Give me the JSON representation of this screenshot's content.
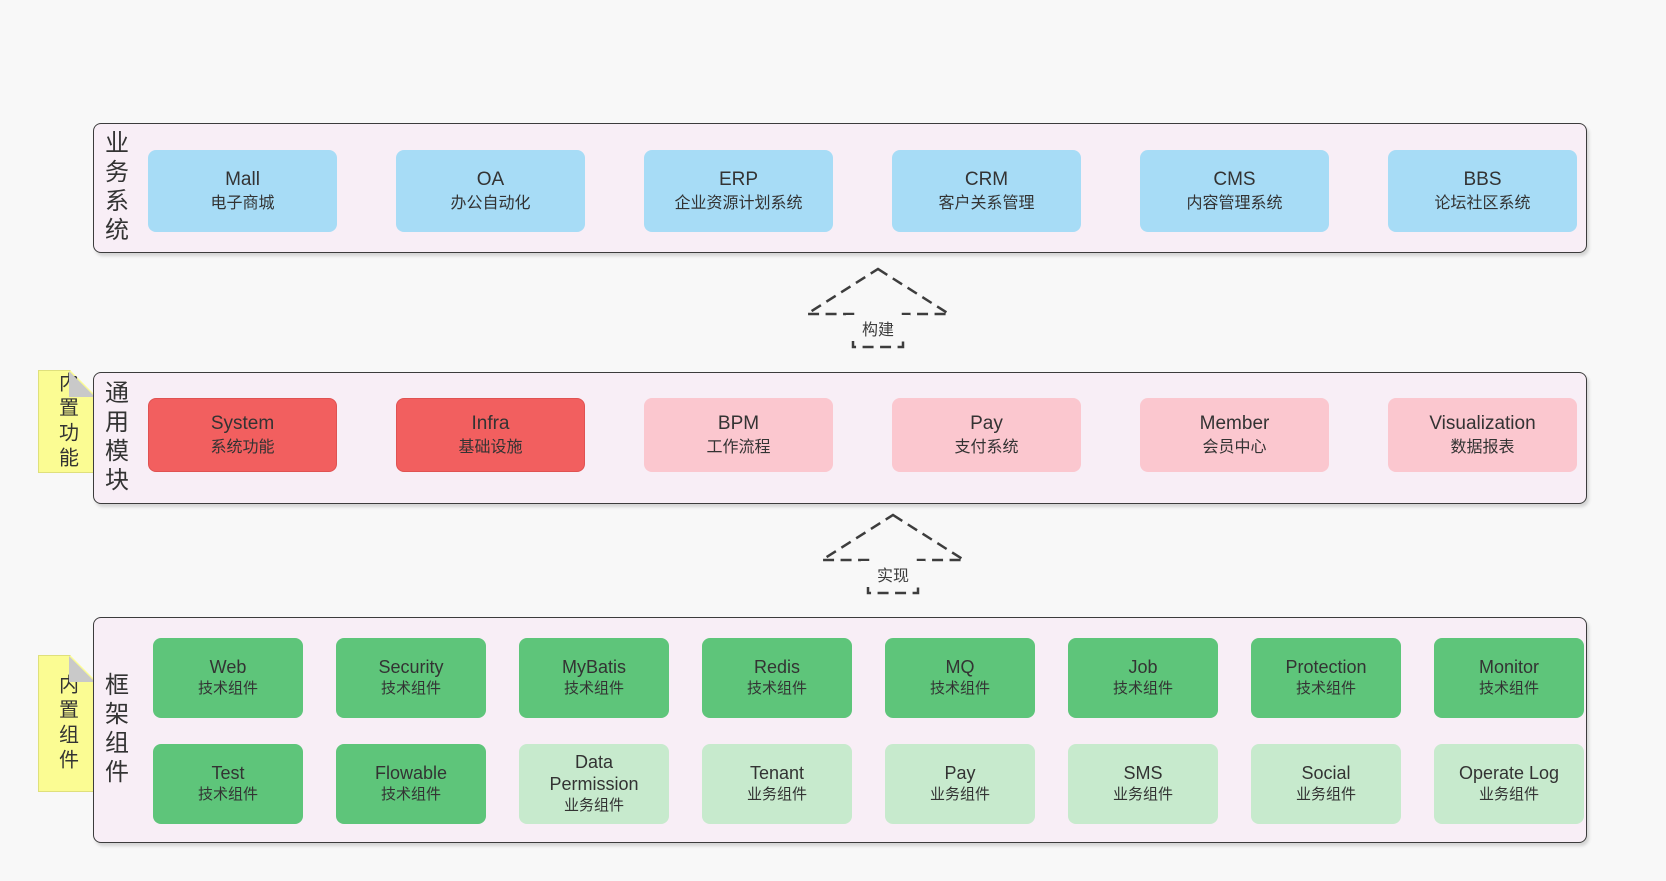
{
  "colors": {
    "page_bg": "#f8f8f8",
    "band_bg": "#f8eef6",
    "band_border": "#3c3c3c",
    "blue_box": "#a7dcf6",
    "red_box": "#f25f5f",
    "pink_box": "#fbc7cf",
    "green_box": "#5ec57a",
    "light_green_box": "#c7eacd",
    "note_yellow": "#fbfc93",
    "fold_gray": "#c9c9c9",
    "text": "#333333"
  },
  "arrows": [
    {
      "label": "构建"
    },
    {
      "label": "实现"
    }
  ],
  "bands": [
    {
      "label_vertical": "业务系统",
      "boxes": [
        {
          "en": "Mall",
          "cn": "电子商城"
        },
        {
          "en": "OA",
          "cn": "办公自动化"
        },
        {
          "en": "ERP",
          "cn": "企业资源计划系统"
        },
        {
          "en": "CRM",
          "cn": "客户关系管理"
        },
        {
          "en": "CMS",
          "cn": "内容管理系统"
        },
        {
          "en": "BBS",
          "cn": "论坛社区系统"
        }
      ]
    },
    {
      "label_vertical": "通用模块",
      "note": "内置功能",
      "boxes": [
        {
          "en": "System",
          "cn": "系统功能",
          "variant": "red"
        },
        {
          "en": "Infra",
          "cn": "基础设施",
          "variant": "red"
        },
        {
          "en": "BPM",
          "cn": "工作流程",
          "variant": "pink"
        },
        {
          "en": "Pay",
          "cn": "支付系统",
          "variant": "pink"
        },
        {
          "en": "Member",
          "cn": "会员中心",
          "variant": "pink"
        },
        {
          "en": "Visualization",
          "cn": "数据报表",
          "variant": "pink"
        }
      ]
    },
    {
      "label_vertical": "框架组件",
      "note": "内置组件",
      "rows": [
        [
          {
            "en": "Web",
            "cn": "技术组件",
            "variant": "green"
          },
          {
            "en": "Security",
            "cn": "技术组件",
            "variant": "green"
          },
          {
            "en": "MyBatis",
            "cn": "技术组件",
            "variant": "green"
          },
          {
            "en": "Redis",
            "cn": "技术组件",
            "variant": "green"
          },
          {
            "en": "MQ",
            "cn": "技术组件",
            "variant": "green"
          },
          {
            "en": "Job",
            "cn": "技术组件",
            "variant": "green"
          },
          {
            "en": "Protection",
            "cn": "技术组件",
            "variant": "green"
          },
          {
            "en": "Monitor",
            "cn": "技术组件",
            "variant": "green"
          }
        ],
        [
          {
            "en": "Test",
            "cn": "技术组件",
            "variant": "green"
          },
          {
            "en": "Flowable",
            "cn": "技术组件",
            "variant": "green"
          },
          {
            "en": "Data Permission",
            "cn": "业务组件",
            "variant": "light"
          },
          {
            "en": "Tenant",
            "cn": "业务组件",
            "variant": "light"
          },
          {
            "en": "Pay",
            "cn": "业务组件",
            "variant": "light"
          },
          {
            "en": "SMS",
            "cn": "业务组件",
            "variant": "light"
          },
          {
            "en": "Social",
            "cn": "业务组件",
            "variant": "light"
          },
          {
            "en": "Operate Log",
            "cn": "业务组件",
            "variant": "light"
          }
        ]
      ]
    }
  ]
}
